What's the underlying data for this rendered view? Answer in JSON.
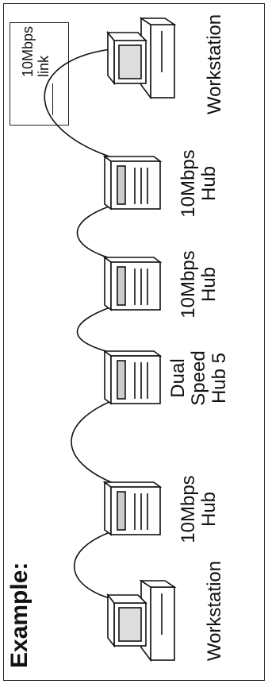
{
  "diagram": {
    "title": "Example:",
    "legend": {
      "text": "10Mbps\nlink",
      "line_style": "solid"
    },
    "nodes": [
      {
        "id": "ws1",
        "kind": "workstation",
        "label": "Workstation"
      },
      {
        "id": "hub1",
        "kind": "hub",
        "label": "10Mbps\nHub"
      },
      {
        "id": "hub2",
        "kind": "hub",
        "label": "Dual\nSpeed\nHub 5"
      },
      {
        "id": "hub3",
        "kind": "hub",
        "label": "10Mbps\nHub"
      },
      {
        "id": "hub4",
        "kind": "hub",
        "label": "10Mbps\nHub"
      },
      {
        "id": "ws2",
        "kind": "workstation",
        "label": "Workstation"
      }
    ],
    "links": [
      {
        "from": "ws1",
        "to": "hub1",
        "type": "10Mbps link"
      },
      {
        "from": "hub1",
        "to": "hub2",
        "type": "10Mbps link"
      },
      {
        "from": "hub2",
        "to": "hub3",
        "type": "10Mbps link"
      },
      {
        "from": "hub3",
        "to": "hub4",
        "type": "10Mbps link"
      },
      {
        "from": "hub4",
        "to": "ws2",
        "type": "10Mbps link"
      }
    ]
  }
}
